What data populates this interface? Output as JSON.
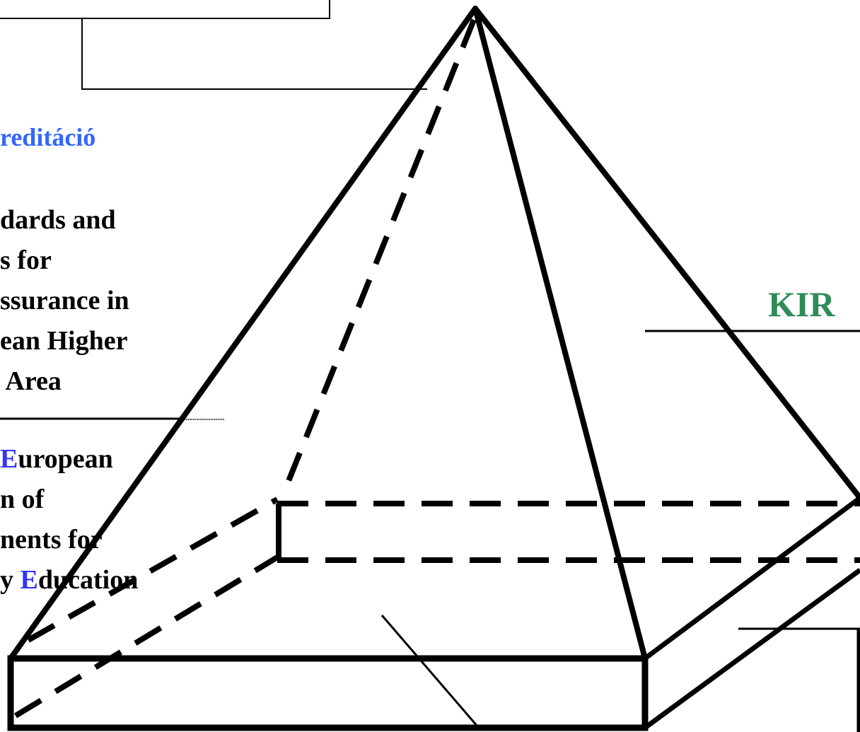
{
  "labels": {
    "akkreditacio": "reditáció",
    "standards": {
      "lines": [
        "dards and",
        "s for",
        "ssurance in",
        "ean Higher",
        " Area"
      ]
    },
    "enqa": {
      "line1_initial": "E",
      "line1_rest": "uropean",
      "line2": "n of",
      "line3": "nents for",
      "line4_prefix": "y ",
      "line4_initial": "E",
      "line4_rest": "ducation"
    },
    "kir": "KIR"
  },
  "colors": {
    "akkreditacio": "#3366ff",
    "initials": "#3333ff",
    "kir": "#2e8b57",
    "lines": "#000000"
  }
}
